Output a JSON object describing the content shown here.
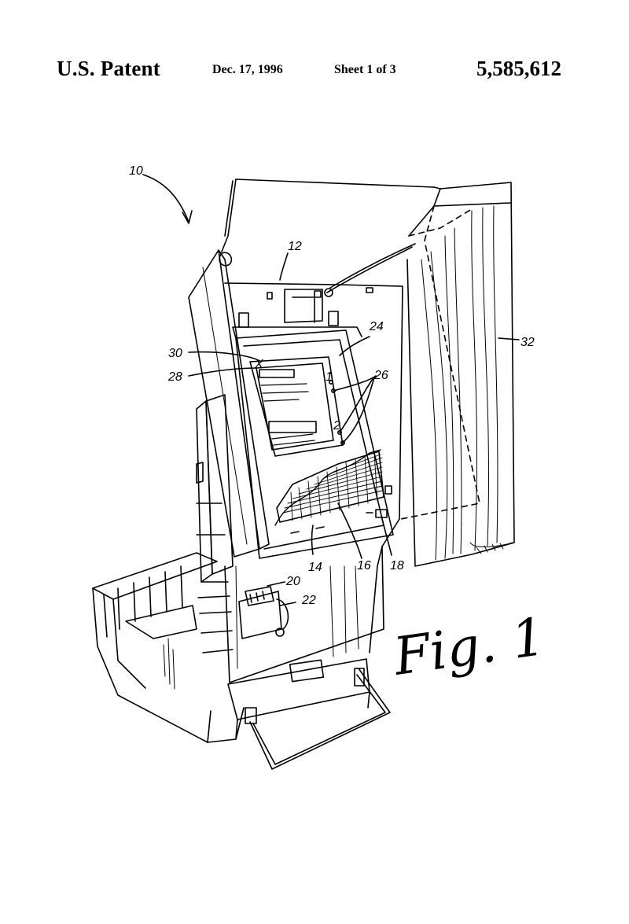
{
  "header": {
    "title": "U.S. Patent",
    "date": "Dec. 17, 1996",
    "sheet": "Sheet 1 of 3",
    "patent_number": "5,585,612"
  },
  "figure": {
    "caption": "Fig. 1",
    "reference_numerals": {
      "r10": "10",
      "r12": "12",
      "r14": "14",
      "r16": "16",
      "r18": "18",
      "r20": "20",
      "r22": "22",
      "r24": "24",
      "r26": "26",
      "r28": "28",
      "r30": "30",
      "r32": "32",
      "mark1": "1",
      "mark2": "2",
      "markX": "X"
    }
  }
}
